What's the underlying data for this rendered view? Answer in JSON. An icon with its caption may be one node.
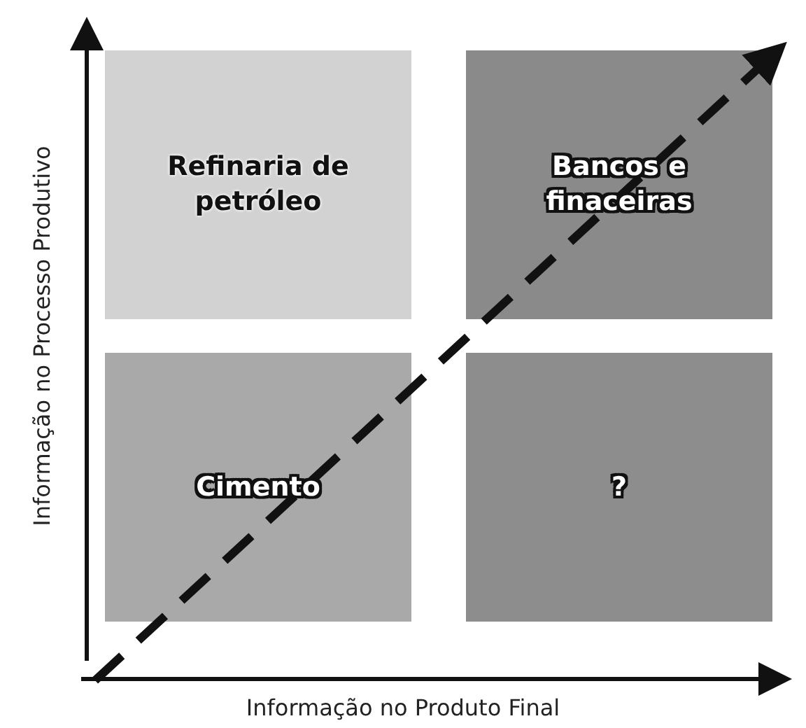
{
  "diagram": {
    "nodes": [
      {
        "text": [
          "Refinaria de petróleo"
        ]
      },
      {
        "text": [
          "Bancos e finaceiras"
        ]
      },
      {
        "text": [
          "Cimento"
        ]
      },
      {
        "text": [
          "?"
        ]
      }
    ],
    "labels": [
      "Informação no Processo Produtivo",
      "Informação no Produto Final"
    ]
  }
}
